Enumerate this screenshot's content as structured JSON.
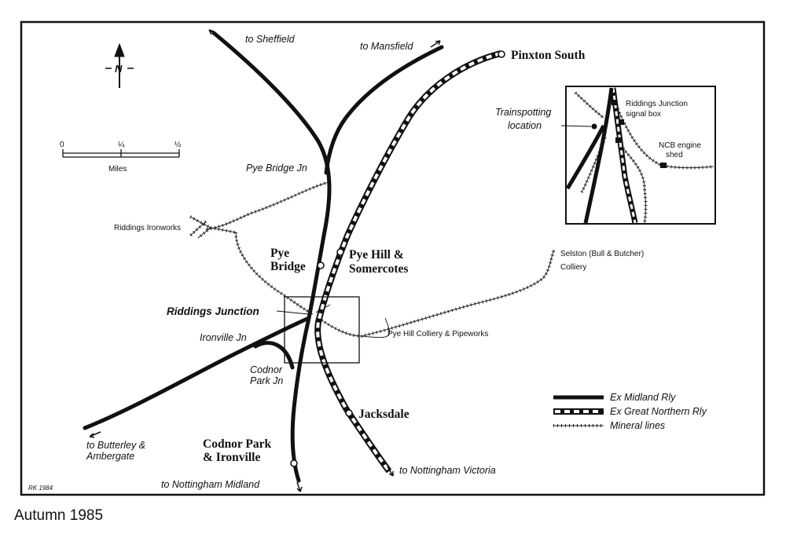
{
  "directions": {
    "sheffield": "to Sheffield",
    "mansfield": "to Mansfield",
    "butterley": [
      "to Butterley &",
      "Ambergate"
    ],
    "nottingham_midland": "to Nottingham Midland",
    "nottingham_victoria": "to Nottingham Victoria"
  },
  "compass": {
    "letter": "N"
  },
  "scale": {
    "ticks": [
      "0",
      "¼",
      "½"
    ],
    "unit": "Miles"
  },
  "stations": {
    "pinxton_south": "Pinxton South",
    "pye_bridge": [
      "Pye",
      "Bridge"
    ],
    "pye_hill": [
      "Pye Hill &",
      "Somercotes"
    ],
    "jacksdale": "Jacksdale",
    "codnor_park": [
      "Codnor Park",
      "& Ironville"
    ]
  },
  "junctions": {
    "pye_bridge_jn": "Pye Bridge Jn",
    "riddings_junction": "Riddings Junction",
    "ironville_jn": "Ironville Jn",
    "codnor_park_jn": [
      "Codnor",
      "Park Jn"
    ]
  },
  "sites": {
    "riddings_ironworks": "Riddings Ironworks",
    "selston": [
      "Selston (Bull & Butcher)",
      "Colliery"
    ],
    "pye_hill_colliery": "Pye Hill Colliery & Pipeworks"
  },
  "inset": {
    "trainspotting": [
      "Trainspotting",
      "location"
    ],
    "signal_box": [
      "Riddings Junction",
      "signal box"
    ],
    "engine_shed": [
      "NCB engine",
      "shed"
    ]
  },
  "legend": {
    "midland": "Ex Midland Rly",
    "great_northern": "Ex Great Northern Rly",
    "mineral": "Mineral lines"
  },
  "credit": "RK 1984",
  "caption": "Autumn 1985",
  "colors": {
    "ink": "#111111",
    "paper": "#ffffff"
  }
}
